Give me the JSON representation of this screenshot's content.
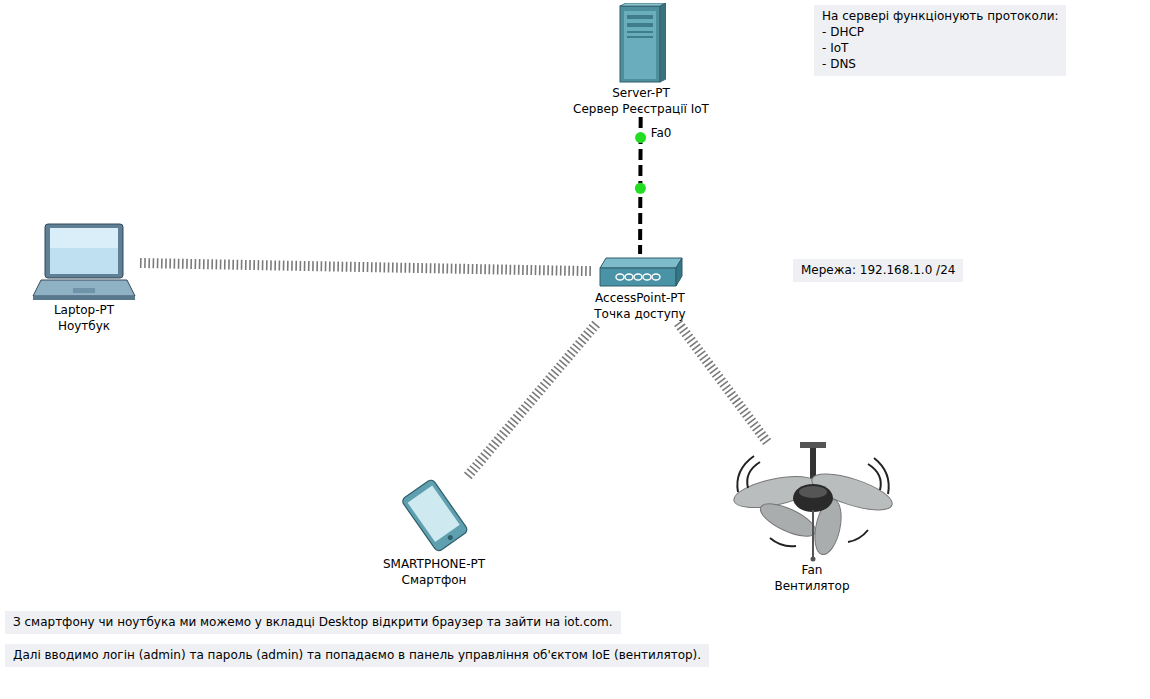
{
  "diagram": {
    "nodes": [
      {
        "text": [
          "Server-PT",
          "Сервер Реєстрації IoT"
        ]
      },
      {
        "text": [
          "На сервері функціонують протоколи:",
          "- DHCP",
          "- IoT",
          "- DNS"
        ]
      },
      {
        "text": [
          "Laptop-PT",
          "Ноутбук"
        ]
      },
      {
        "text": [
          "AccessPoint-PT",
          "Точка доступу"
        ]
      },
      {
        "text": [
          "Мережа: 192.168.1.0 /24"
        ]
      },
      {
        "text": [
          "SMARTPHONE-PT",
          "Смартфон"
        ]
      },
      {
        "text": [
          "Fan",
          "Вентилятор"
        ]
      },
      {
        "text": [
          "З смартфону чи ноутбука ми можемо у вкладці Desktop відкрити браузер та зайти на iot.com."
        ]
      },
      {
        "text": [
          "Далі вводимо логін (admin) та пароль (admin) та попадаємо в панель управління об'єктом IoE (вентилятор)."
        ]
      }
    ],
    "edges": [
      {
        "from": 0,
        "to": 3,
        "arrow": "none",
        "label": "Fa0"
      },
      {
        "from": 2,
        "to": 3,
        "arrow": "none"
      },
      {
        "from": 5,
        "to": 3,
        "arrow": "none"
      },
      {
        "from": 6,
        "to": 3,
        "arrow": "none"
      }
    ]
  }
}
